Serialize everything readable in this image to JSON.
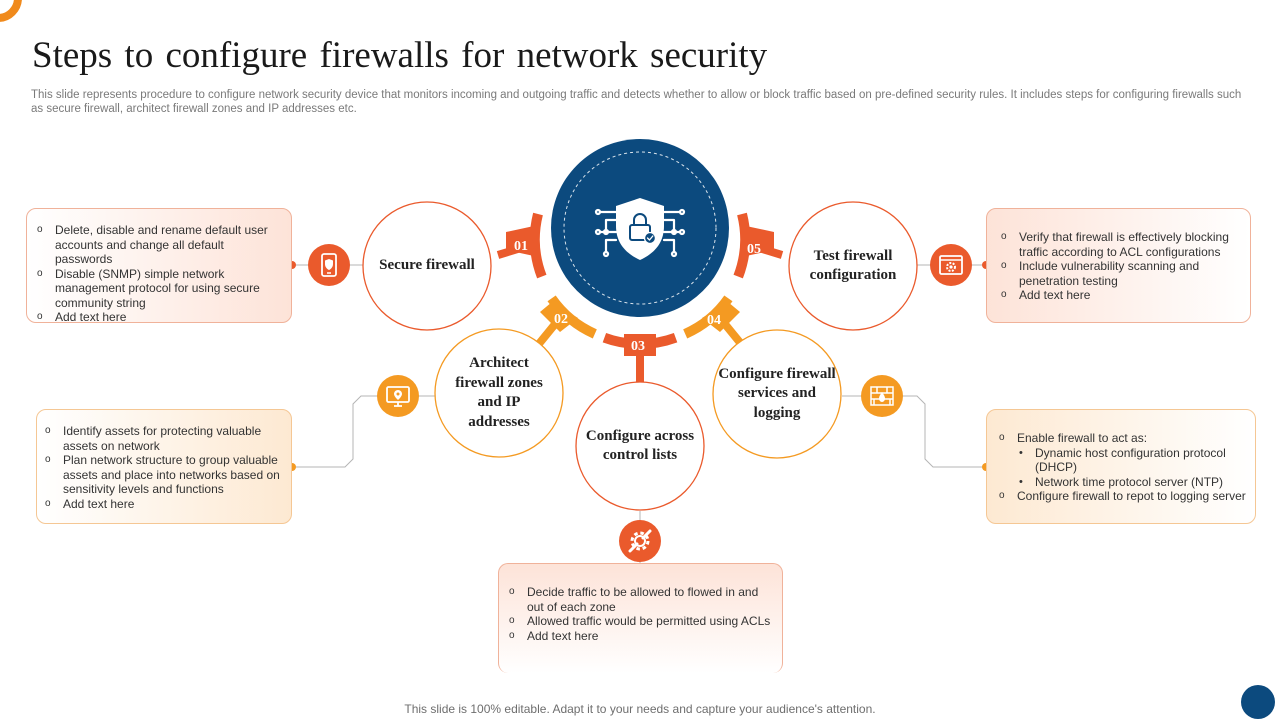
{
  "title": "Steps to configure firewalls for network security",
  "subtitle": "This slide represents procedure to configure network security device that monitors incoming and outgoing traffic and detects whether to allow or block traffic based on pre-defined security rules. It includes steps for configuring firewalls such as secure firewall, architect firewall zones and IP addresses etc.",
  "footer": "This slide is 100% editable. Adapt it to your needs and capture your audience's attention.",
  "center_icon": "shield-lock-circuit-icon",
  "colors": {
    "red": "#ea5a2c",
    "orange": "#f49a22",
    "navy": "#0c4a7e"
  },
  "steps": [
    {
      "num": "01",
      "label": "Secure firewall",
      "icon": "phone-shield-icon",
      "bullets": [
        "Delete, disable and rename default user accounts and change all default passwords",
        "Disable (SNMP) simple network management protocol for using secure community string",
        "Add text here"
      ]
    },
    {
      "num": "02",
      "label": "Architect firewall zones and IP addresses",
      "icon": "monitor-location-icon",
      "bullets": [
        "Identify assets for protecting valuable assets on network",
        "Plan network structure to group valuable assets and place into networks based on sensitivity levels and functions",
        "Add text here"
      ]
    },
    {
      "num": "03",
      "label": "Configure across control lists",
      "icon": "gear-wrench-icon",
      "bullets": [
        "Decide traffic to be allowed to flowed in and out of each zone",
        "Allowed traffic would be permitted using ACLs",
        "Add text here"
      ]
    },
    {
      "num": "04",
      "label": "Configure firewall services and logging",
      "icon": "brick-wall-fire-icon",
      "bullets": [
        "Enable firewall to act as:",
        "Configure firewall to repot to logging server"
      ],
      "sub_bullets": [
        "Dynamic host configuration protocol (DHCP)",
        "Network time protocol server (NTP)"
      ]
    },
    {
      "num": "05",
      "label": "Test firewall configuration",
      "icon": "browser-settings-icon",
      "bullets": [
        "Verify that firewall is effectively blocking traffic according to ACL configurations",
        "Include vulnerability scanning and penetration testing",
        "Add text here"
      ]
    }
  ]
}
